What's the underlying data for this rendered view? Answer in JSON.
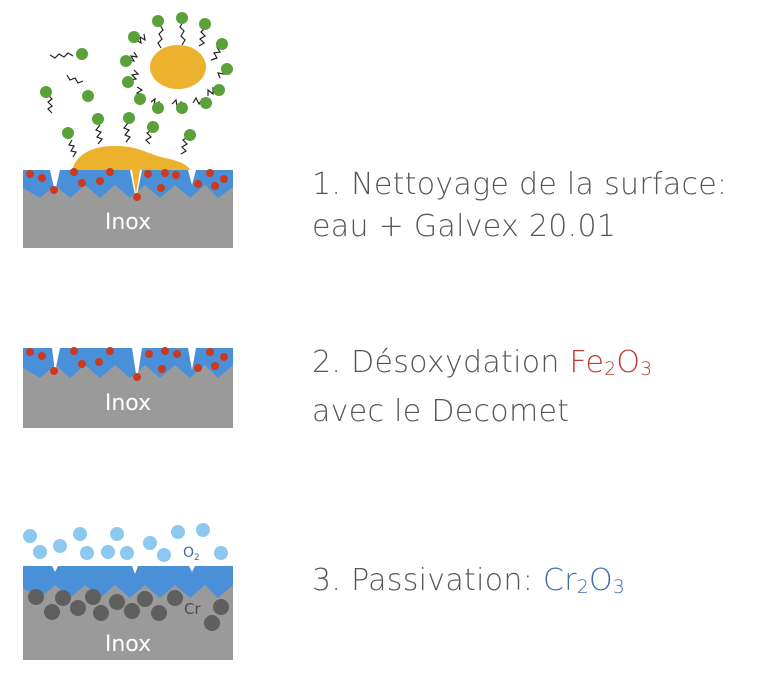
{
  "colors": {
    "steel": "#9a9a9a",
    "oxide_layer": "#4a90d9",
    "rust_particle": "#cc3a1e",
    "grease": "#ecb22e",
    "surfactant_head": "#5aa13a",
    "oxygen": "#8cc8f0",
    "chromium": "#5f5f5f",
    "text": "#555555",
    "fe2o3_text": "#c0392b",
    "cr2o3_text": "#3a6ea5"
  },
  "steps": [
    {
      "number": "1.",
      "line1": "Nettoyage de la surface:",
      "line2": "eau + Galvex 20.01",
      "diagram_label": "Inox"
    },
    {
      "number": "2.",
      "line1_prefix": "Désoxydation ",
      "chem_main": "Fe",
      "chem_sub1": "2",
      "chem_mid": "O",
      "chem_sub2": "3",
      "line2": "avec le Decomet",
      "diagram_label": "Inox"
    },
    {
      "number": "3.",
      "line1_prefix": "Passivation: ",
      "chem_main": "Cr",
      "chem_sub1": "2",
      "chem_mid": "O",
      "chem_sub2": "3",
      "diagram_label": "Inox",
      "o2_label": "O",
      "o2_sub": "2",
      "cr_label": "Cr"
    }
  ]
}
